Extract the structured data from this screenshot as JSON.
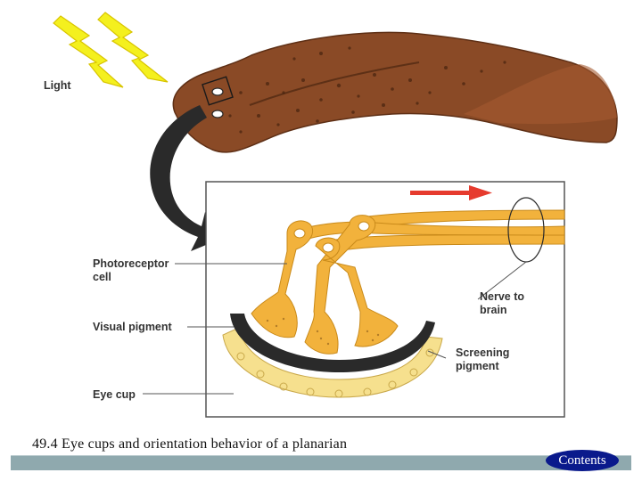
{
  "labels": {
    "light": "Light",
    "photoreceptor": "Photoreceptor\ncell",
    "visual_pigment": "Visual pigment",
    "eye_cup": "Eye cup",
    "nerve": "Nerve to\nbrain",
    "screening": "Screening\npigment"
  },
  "caption": "49.4  Eye cups and orientation behavior of a planarian",
  "nav": {
    "contents_label": "Contents"
  },
  "colors": {
    "body": "#8a4a26",
    "cell": "#f2b23c",
    "cup": "#f6e08e",
    "screen_pigment": "#2a2a2a",
    "arrow": "#e63b2e",
    "lightning": "#f4f01e"
  }
}
